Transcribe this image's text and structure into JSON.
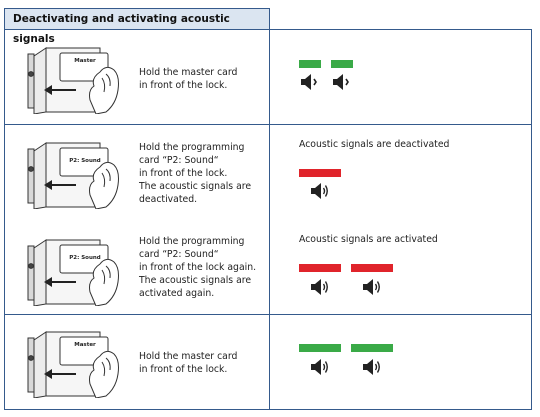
{
  "header": {
    "title": "Deactivating and activating acoustic signals"
  },
  "rows": [
    {
      "card_label": "Master",
      "lines": [
        "Hold the master card",
        "in front of the lock."
      ]
    },
    {
      "card_label": "P2: Sound",
      "lines": [
        "Hold the programming",
        "card “P2: Sound“",
        "in front of the lock.",
        "The acoustic signals are",
        "deactivated."
      ],
      "signal_heading": "Acoustic signals are deactivated"
    },
    {
      "card_label": "P2: Sound",
      "lines": [
        "Hold the programming",
        "card “P2: Sound“",
        "in front of the lock again.",
        "The acoustic signals are",
        "activated again."
      ],
      "signal_heading": "Acoustic signals are activated"
    },
    {
      "card_label": "Master",
      "lines": [
        "Hold the master card",
        "in front of the lock."
      ]
    }
  ],
  "colors": {
    "green": "#3aaa47",
    "red": "#e0242b",
    "border": "#355a8c",
    "header_bg": "#dbe5f1"
  },
  "icons": {
    "speaker_short": "speaker-short-beep-icon",
    "speaker": "speaker-sound-icon"
  }
}
